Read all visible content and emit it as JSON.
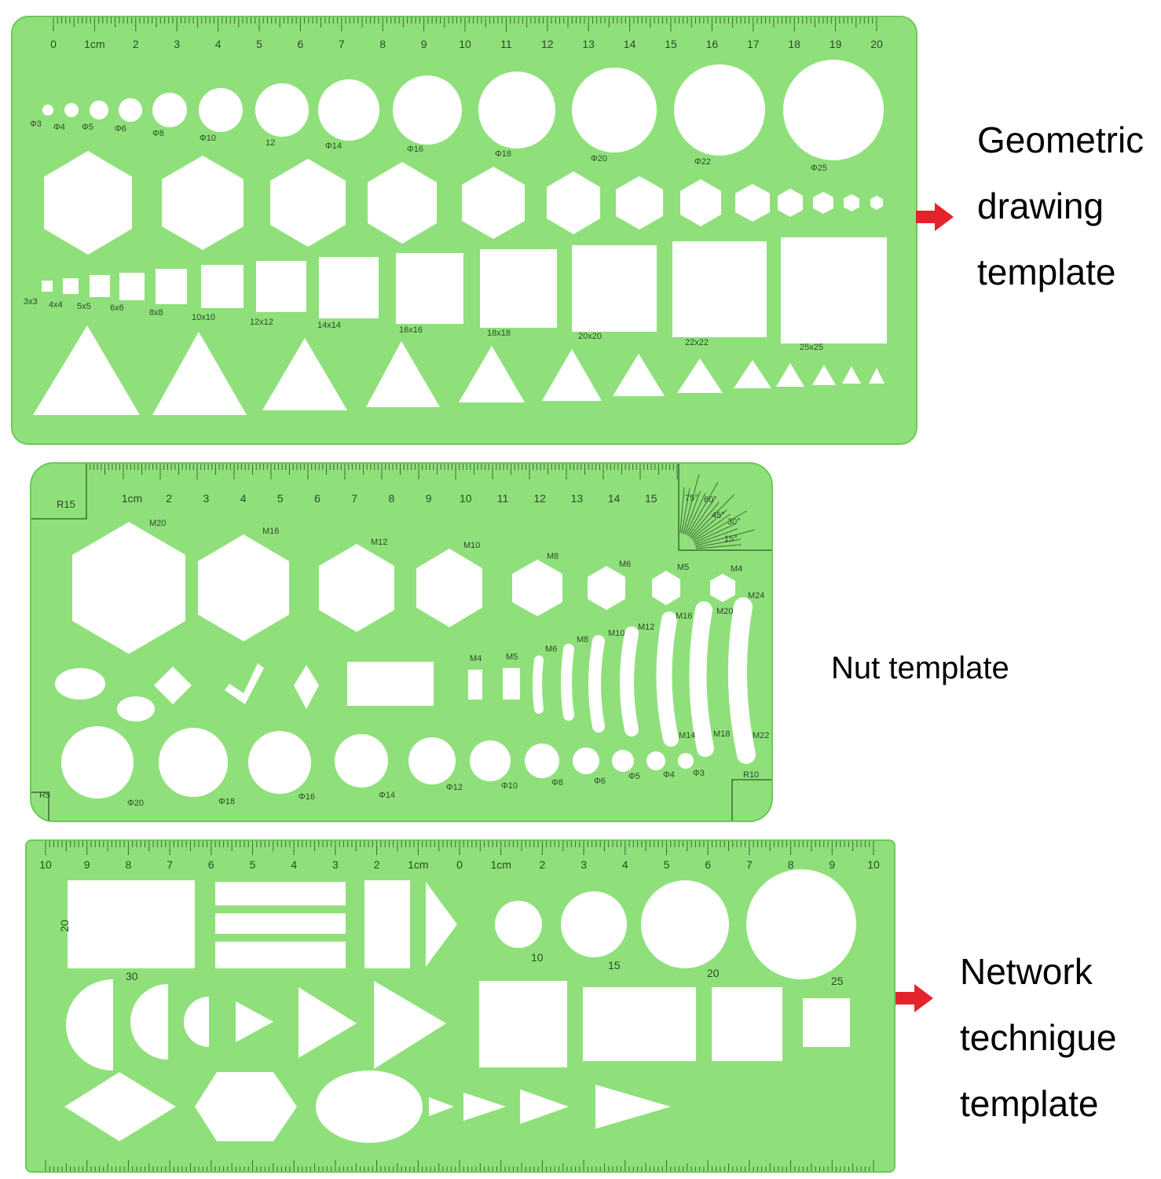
{
  "geometric_template": {
    "ruler_labels": [
      "0",
      "1cm",
      "2",
      "3",
      "4",
      "5",
      "6",
      "7",
      "8",
      "9",
      "10",
      "11",
      "12",
      "13",
      "14",
      "15",
      "16",
      "17",
      "18",
      "19",
      "20"
    ],
    "circle_labels": [
      "Φ3",
      "Φ4",
      "Φ5",
      "Φ6",
      "Φ8",
      "Φ10",
      "12",
      "Φ14",
      "Φ16",
      "Φ18",
      "Φ20",
      "Φ22",
      "Φ25"
    ],
    "square_labels": [
      "3x3",
      "4x4",
      "5x5",
      "6x6",
      "8x8",
      "10x10",
      "12x12",
      "14x14",
      "16x16",
      "18x18",
      "20x20",
      "22x22",
      "25x25"
    ],
    "fill_color": "#8fe07a"
  },
  "nut_template": {
    "ruler_labels": [
      "1cm",
      "2",
      "3",
      "4",
      "5",
      "6",
      "7",
      "8",
      "9",
      "10",
      "11",
      "12",
      "13",
      "14",
      "15"
    ],
    "corner_labels": [
      "R15",
      "R5",
      "R10"
    ],
    "angle_labels": [
      "75°",
      "60°",
      "45°",
      "30°",
      "15°"
    ],
    "hex_labels": [
      "M20",
      "M16",
      "M12",
      "M10",
      "M8",
      "M6",
      "M5",
      "M4"
    ],
    "slot_labels_top": [
      "M4",
      "M5",
      "M6",
      "M8",
      "M10",
      "M12",
      "M16",
      "M20",
      "M24"
    ],
    "slot_labels_bottom": [
      "M14",
      "M18",
      "M22"
    ],
    "circle_labels": [
      "Φ20",
      "Φ18",
      "Φ16",
      "Φ14",
      "Φ12",
      "Φ10",
      "Φ8",
      "Φ6",
      "Φ5",
      "Φ4",
      "Φ3"
    ]
  },
  "network_template": {
    "ruler_labels": [
      "10",
      "9",
      "8",
      "7",
      "6",
      "5",
      "4",
      "3",
      "2",
      "1cm",
      "0",
      "1cm",
      "2",
      "3",
      "4",
      "5",
      "6",
      "7",
      "8",
      "9",
      "10"
    ],
    "side_labels": [
      "20",
      "30"
    ],
    "circle_labels": [
      "10",
      "15",
      "20",
      "25"
    ]
  },
  "captions": {
    "geometric": [
      "Geometric",
      "drawing",
      "template"
    ],
    "nut": "Nut template",
    "network": [
      "Network",
      "technigue",
      "template"
    ]
  },
  "colors": {
    "template_green": "#8fe07a",
    "cutout": "#ffffff",
    "arrow": "#e5232a"
  }
}
